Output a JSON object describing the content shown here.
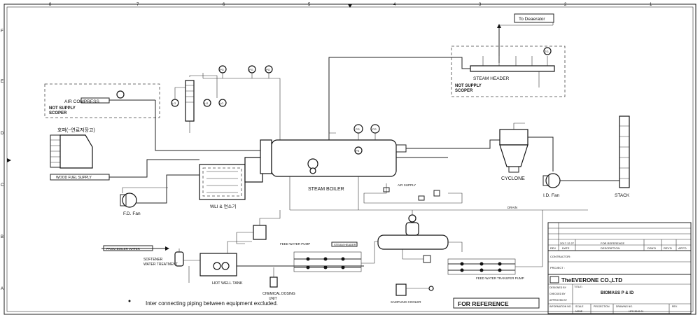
{
  "border": {
    "columns_top": [
      "8",
      "7",
      "6",
      "5",
      "4",
      "3",
      "2",
      "1"
    ],
    "rows_side": [
      "F",
      "E",
      "D",
      "C",
      "B",
      "A"
    ]
  },
  "labels": {
    "to_deaerator": "To Deaerator",
    "air_compress": "AIR COMPRESS",
    "not_supply_scoper_1": "NOT SUPPLY",
    "not_supply_scoper_2": "SCOPER",
    "steam_header": "STEAM HEADER",
    "korean_silo": "호퍼(~연료저장고)",
    "wood_fuel_supply": "WOOD FUEL SUPPLY",
    "fd_fan": "F.D. Fan",
    "furnace": "WLI & 연소기",
    "steam_boiler": "STEAM BOILER",
    "cyclone": "CYCLONE",
    "id_fan": "I.D. Fan",
    "stack": "STACK",
    "from_boiler_water": "FROM BOILER WATER",
    "softener": "SOFTENER",
    "water_treatment": "WATER TREATMENT",
    "hot_well_tank": "HOT WELL TANK",
    "chemical_dosing_1": "CHEMICAL DOSING",
    "chemical_dosing_2": "UNIT",
    "feed_water_pump": "FEED WATER PUMP",
    "feed_water_transfer_pump": "FEED WATER TRANSFER PUMP",
    "sampling_cooler": "SAMPLING COOLER",
    "air_supply": "AIR SUPPLY",
    "drain": "DRAIN",
    "note": "Inter connecting piping between equipment excluded.",
    "for_reference": "FOR REFERENCE"
  },
  "instrument_tags": [
    "PG",
    "PG",
    "PG",
    "PG",
    "LG",
    "LG",
    "LG",
    "PG",
    "PG",
    "PS",
    "PS",
    "TG"
  ],
  "title_block": {
    "rev_row_date": "2017.12.27",
    "rev_row_desc": "FOR REFERENCE",
    "rev_headers": [
      "REV",
      "DATE",
      "DESCRIPTION",
      "DSN'D",
      "REV'D",
      "APP'D"
    ],
    "contractor": "CONTRACTOR :",
    "project": "PROJECT :",
    "company": "TheEVERONE CO.,LTD",
    "title_label": "TITLE :",
    "title": "BIOMASS P & ID",
    "scale_label": "SCALE",
    "projection_label": "PROJECTION",
    "drawing_no_label": "DRAWING NO.",
    "rev_label": "REV.",
    "scale_value": "NONE",
    "drawing_no": "HPS-3040-01",
    "designed_by": "DESIGNED BY",
    "checked_by": "CHECKED BY",
    "approved_by": "APPROVED BY",
    "information_no": "INFORMATION NO."
  }
}
